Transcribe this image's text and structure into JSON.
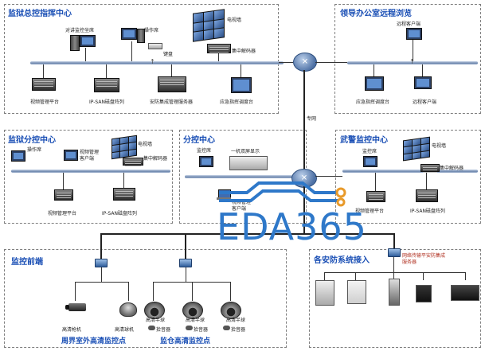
{
  "zones": {
    "command_center": "监狱总控指挥中心",
    "leader_office": "领导办公室远程浏览",
    "branch_center": "监狱分控中心",
    "sub_center": "分控中心",
    "armed_police": "武警监控中心",
    "frontend": "监控前端",
    "security_access": "各安防系统接入"
  },
  "labels": {
    "cc_intercom_seat": "对讲监控坐席",
    "cc_operator": "操作席",
    "cc_keyboard": "键盘",
    "cc_video_wall": "电视墙",
    "cc_decoder": "集中解码器",
    "cc_video_platform": "视频管理平台",
    "cc_ipsan": "IP-SAN磁盘阵列",
    "cc_integration_server": "安防集成管理服务器",
    "cc_emergency_console": "应急指挥调度台",
    "lo_remote_client_top": "远程客户端",
    "lo_emergency_console": "应急指挥调度台",
    "lo_remote_client": "远程客户端",
    "private_net": "专网",
    "bc_operator": "操作席",
    "bc_video_client_1": "视频管理",
    "bc_video_client_2": "客户端",
    "bc_video_wall": "电视墙",
    "bc_decoder": "集中解码器",
    "bc_video_platform": "视频管理平台",
    "bc_ipsan": "IP-SAN磁盘阵列",
    "sc_monitor_seat": "监控席",
    "sc_dual_display": "一机双屏显示",
    "sc_video_client_1": "视频管理",
    "sc_video_client_2": "客户端",
    "ap_monitor_seat": "监控席",
    "ap_video_wall": "电视墙",
    "ap_decoder": "集中解码器",
    "ap_video_platform": "视频管理平台",
    "ap_ipsan": "IP-SAN磁盘阵列",
    "fe_hd_gun": "高清枪机",
    "fe_hd_dome": "高清球机",
    "fe_hd_ball_1": "高清半球",
    "fe_hd_ball_2": "高清半球",
    "fe_hd_ball_3": "高清半球",
    "fe_pickup_1": "拾音器",
    "fe_pickup_2": "拾音器",
    "fe_pickup_3": "拾音器",
    "fe_perimeter": "周界室外高清监控点",
    "fe_cell": "监仓高清监控点",
    "sa_gateway_1": "网络传输平安防集成",
    "sa_gateway_2": "服务器"
  },
  "watermark": "EDA365",
  "colors": {
    "title": "#1a4fb5",
    "watermark": "#2e78c9",
    "zone_border": "#7f7f7f"
  }
}
